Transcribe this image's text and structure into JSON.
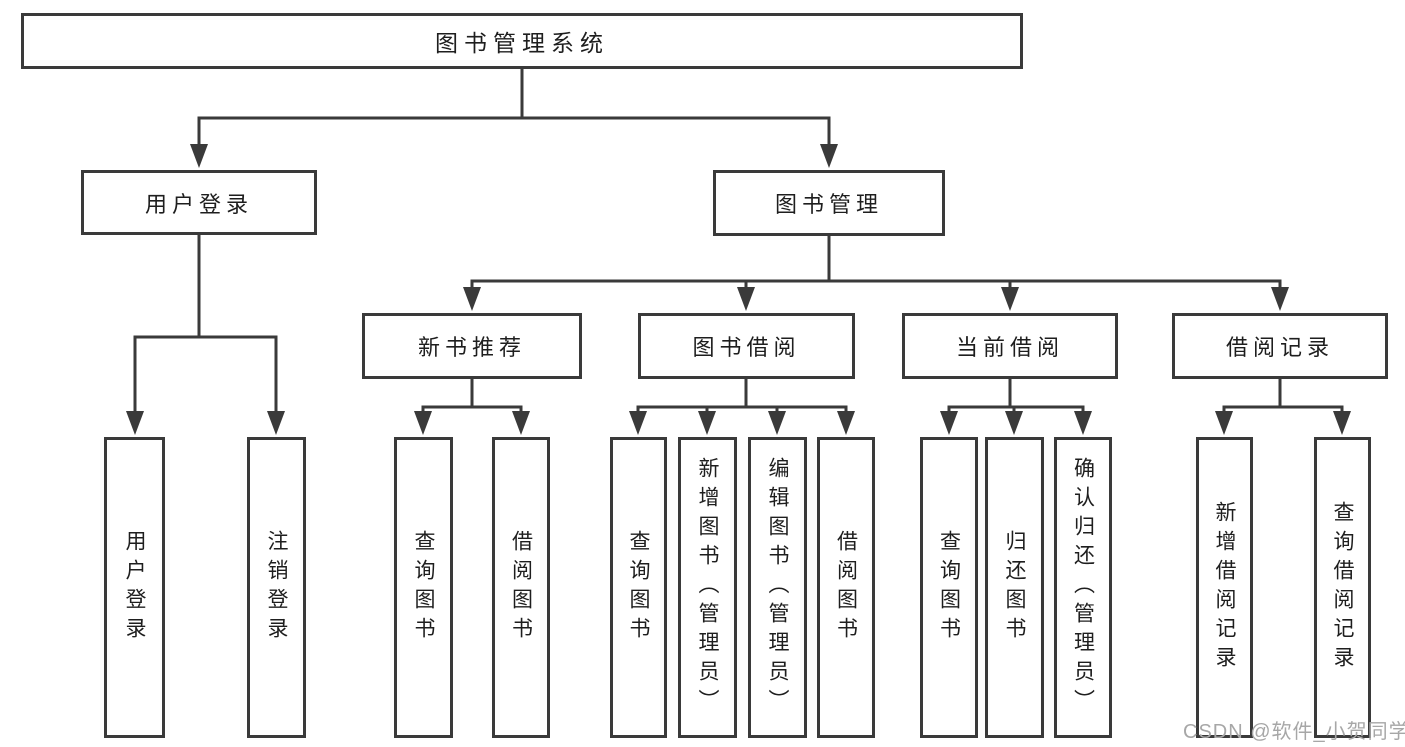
{
  "diagram": {
    "root": {
      "label": "图书管理系统"
    },
    "level2": [
      {
        "id": "user-login",
        "label": "用户登录"
      },
      {
        "id": "book-management",
        "label": "图书管理"
      }
    ],
    "level3": [
      {
        "id": "new-book-recommend",
        "label": "新书推荐"
      },
      {
        "id": "book-borrow",
        "label": "图书借阅"
      },
      {
        "id": "current-borrow",
        "label": "当前借阅"
      },
      {
        "id": "borrow-records",
        "label": "借阅记录"
      }
    ],
    "leaves": [
      {
        "id": "user-login-leaf",
        "parent": "用户登录",
        "label": "用户登录"
      },
      {
        "id": "logout-login",
        "parent": "用户登录",
        "label": "注销登录"
      },
      {
        "id": "nb-query-books",
        "parent": "新书推荐",
        "label": "查询图书"
      },
      {
        "id": "nb-borrow-books",
        "parent": "新书推荐",
        "label": "借阅图书"
      },
      {
        "id": "bb-query-books",
        "parent": "图书借阅",
        "label": "查询图书"
      },
      {
        "id": "bb-add-books-admin",
        "parent": "图书借阅",
        "label": "新增图书（管理员）"
      },
      {
        "id": "bb-edit-books-admin",
        "parent": "图书借阅",
        "label": "编辑图书（管理员）"
      },
      {
        "id": "bb-borrow-books",
        "parent": "图书借阅",
        "label": "借阅图书"
      },
      {
        "id": "cb-query-books",
        "parent": "当前借阅",
        "label": "查询图书"
      },
      {
        "id": "cb-return-books",
        "parent": "当前借阅",
        "label": "归还图书"
      },
      {
        "id": "cb-confirm-return-admin",
        "parent": "当前借阅",
        "label": "确认归还（管理员）"
      },
      {
        "id": "br-add-record",
        "parent": "借阅记录",
        "label": "新增借阅记录"
      },
      {
        "id": "br-query-record",
        "parent": "借阅记录",
        "label": "查询借阅记录"
      }
    ],
    "watermark": {
      "text": "CSDN @软件_小贺同学"
    },
    "colors": {
      "line": "#3a3a3a",
      "border": "#3a3a3a",
      "text": "#1e1e1e",
      "watermark_text": "#a7a7a7",
      "background": "#ffffff"
    }
  }
}
